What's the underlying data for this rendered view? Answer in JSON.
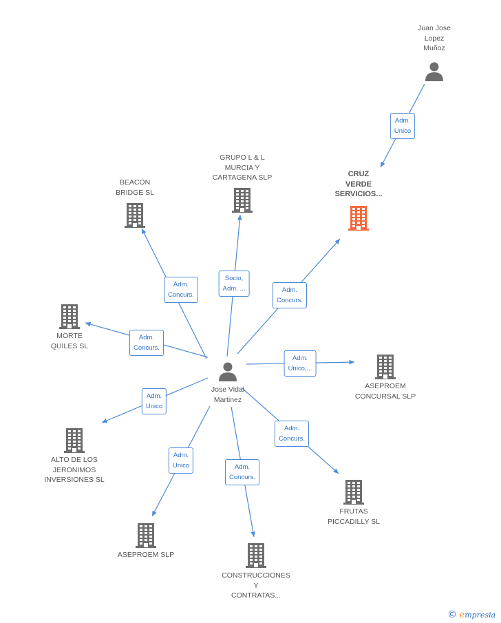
{
  "colors": {
    "edge": "#4a8ad8",
    "icon": "#6d6d6d",
    "focus_icon": "#f26a3d",
    "relation_text": "#2f6fc4",
    "label_text": "#555555"
  },
  "nodes": [
    {
      "id": "juan",
      "type": "person",
      "label": [
        "Juan Jose",
        "Lopez",
        "Muñoz"
      ]
    },
    {
      "id": "cruz",
      "type": "company",
      "focus": true,
      "label": [
        "CRUZ",
        "VERDE",
        "SERVICIOS..."
      ]
    },
    {
      "id": "grupo",
      "type": "company",
      "label": [
        "GRUPO L & L",
        "MURCIA Y",
        "CARTAGENA SLP"
      ]
    },
    {
      "id": "beacon",
      "type": "company",
      "label": [
        "BEACON",
        "BRIDGE SL"
      ]
    },
    {
      "id": "morte",
      "type": "company",
      "label": [
        "MORTE",
        "QUILES SL"
      ]
    },
    {
      "id": "jose",
      "type": "person",
      "label": [
        "Jose Vidal",
        "Martinez"
      ]
    },
    {
      "id": "aseconc",
      "type": "company",
      "label": [
        "ASEPROEM",
        "CONCURSAL SLP"
      ]
    },
    {
      "id": "alto",
      "type": "company",
      "label": [
        "ALTO DE LOS",
        "JERONIMOS",
        "INVERSIONES SL"
      ]
    },
    {
      "id": "frutas",
      "type": "company",
      "label": [
        "FRUTAS",
        "PICCADILLY SL"
      ]
    },
    {
      "id": "aseslp",
      "type": "company",
      "label": [
        "ASEPROEM SLP"
      ]
    },
    {
      "id": "constr",
      "type": "company",
      "label": [
        "CONSTRUCCIONES",
        "Y",
        "CONTRATAS..."
      ]
    }
  ],
  "edges": [
    {
      "from": "juan",
      "to": "cruz",
      "label": [
        "Adm.",
        "Unico"
      ]
    },
    {
      "from": "jose",
      "to": "beacon",
      "label": [
        "Adm.",
        "Concurs."
      ]
    },
    {
      "from": "jose",
      "to": "grupo",
      "label": [
        "Socio,",
        "Adm. ..."
      ]
    },
    {
      "from": "jose",
      "to": "cruz",
      "label": [
        "Adm.",
        "Concurs."
      ]
    },
    {
      "from": "jose",
      "to": "morte",
      "label": [
        "Adm.",
        "Concurs."
      ]
    },
    {
      "from": "jose",
      "to": "aseconc",
      "label": [
        "Adm.",
        "Unico,..."
      ]
    },
    {
      "from": "jose",
      "to": "alto",
      "label": [
        "Adm.",
        "Unico"
      ]
    },
    {
      "from": "jose",
      "to": "frutas",
      "label": [
        "Adm.",
        "Concurs."
      ]
    },
    {
      "from": "jose",
      "to": "aseslp",
      "label": [
        "Adm.",
        "Unico"
      ]
    },
    {
      "from": "jose",
      "to": "constr",
      "label": [
        "Adm.",
        "Concurs."
      ]
    }
  ],
  "brand": {
    "copyright": "©",
    "initial": "e",
    "rest": "mpresia"
  }
}
